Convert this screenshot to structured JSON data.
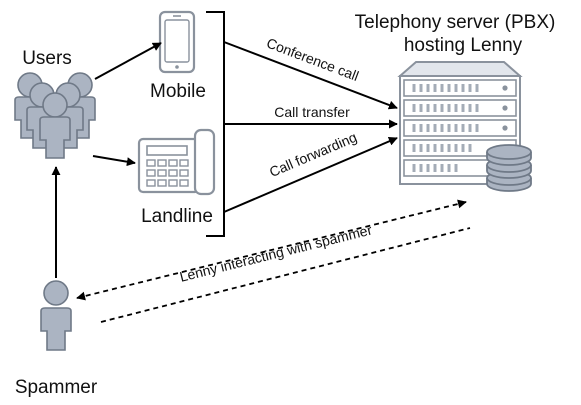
{
  "nodes": {
    "users": "Users",
    "mobile": "Mobile",
    "landline": "Landline",
    "server_line1": "Telephony server (PBX)",
    "server_line2": "hosting Lenny",
    "spammer": "Spammer"
  },
  "edges": {
    "conference": "Conference call",
    "transfer": "Call transfer",
    "forwarding": "Call forwarding",
    "lenny": "Lenny interacting with spammer"
  },
  "icons": [
    "users-icon",
    "mobile-phone-icon",
    "landline-phone-icon",
    "server-rack-icon",
    "database-icon",
    "spammer-person-icon"
  ],
  "colors": {
    "person_fill": "#abb4c2",
    "person_stroke": "#6f7987",
    "device_stroke": "#8a929d",
    "line": "#000000"
  }
}
